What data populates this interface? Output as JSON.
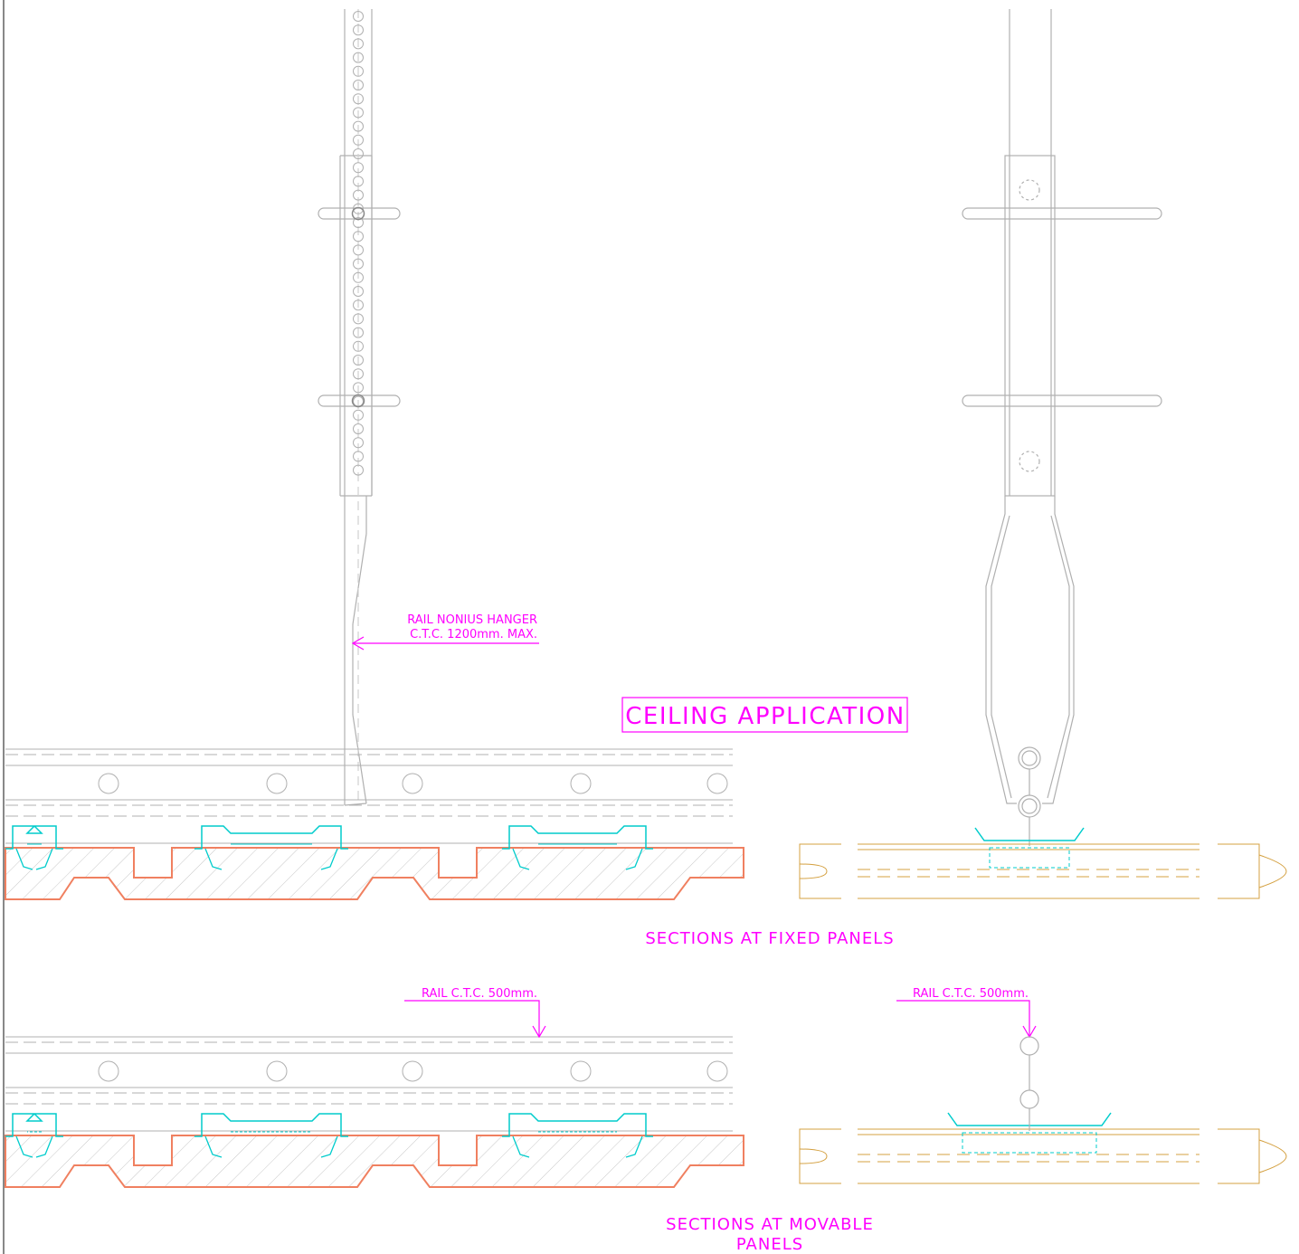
{
  "drawing": {
    "heading": "CEILING APPLICATION",
    "annotations": {
      "hanger_line1": "RAIL NONIUS HANGER",
      "hanger_line2": "C.T.C. 1200mm. MAX.",
      "rail_ctc_left": "RAIL C.T.C. 500mm.",
      "rail_ctc_right": "RAIL C.T.C. 500mm."
    },
    "section_titles": {
      "fixed": "SECTIONS AT FIXED PANELS",
      "movable_line1": "SECTIONS AT MOVABLE",
      "movable_line2": "PANELS"
    },
    "colors": {
      "annotation": "#ff00ff",
      "rail": "#00cccc",
      "panel": "#f08060",
      "panel_side": "#d4a040",
      "linework": "#b0b0b0"
    }
  }
}
